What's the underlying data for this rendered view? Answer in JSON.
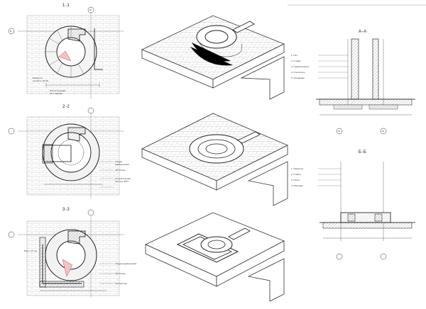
{
  "sections": {
    "plan1": "1-1",
    "plan2": "2-2",
    "plan3": "3-3",
    "secA": "А-А",
    "secB": "Б-Б"
  },
  "axes": {
    "left": "В",
    "top": "Ю",
    "bottom1": "Ю",
    "bottom2": "Ю"
  },
  "notes": {
    "p1": [
      "Разрез по",
      "на борта, 35 мм"
    ],
    "p1b": [
      "2ПГ-27 (чертёж)",
      "h/d = 150 мм"
    ],
    "p2": [
      "Кладка",
      "керамический",
      "КГП блоки",
      "Геотекстильная",
      "полотно ЭПП"
    ],
    "p3": [
      "Бокс = 27 пм",
      "Кладка керамическая",
      "КГП блоки",
      "Геотекстиль"
    ],
    "secA_layers": [
      "1. Пол",
      "2. Стяжка",
      "3. Гидроизоляция",
      "4. Утеплитель",
      "5. Основание"
    ],
    "secB_layers": [
      "1. Покрытие",
      "2. Стяжка",
      "3. Плита",
      "4. Изоляция"
    ]
  }
}
